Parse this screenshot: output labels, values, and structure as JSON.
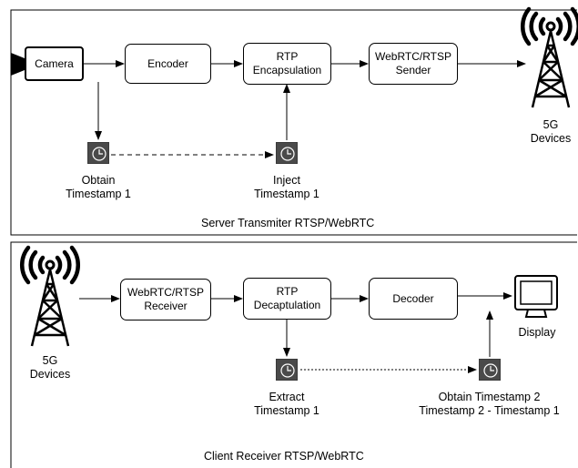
{
  "server": {
    "caption": "Server Transmiter RTSP/WebRTC",
    "camera": "Camera",
    "encoder": "Encoder",
    "rtp_encap": "RTP\nEncapsulation",
    "sender": "WebRTC/RTSP\nSender",
    "devices": "5G\nDevices",
    "obtain": "Obtain\nTimestamp 1",
    "inject": "Inject\nTimestamp 1"
  },
  "client": {
    "caption": "Client Receiver RTSP/WebRTC",
    "devices": "5G\nDevices",
    "receiver": "WebRTC/RTSP\nReceiver",
    "rtp_decap": "RTP\nDecaptulation",
    "decoder": "Decoder",
    "display": "Display",
    "extract": "Extract\nTimestamp 1",
    "obtain2": "Obtain Timestamp 2\nTimestamp 2 - Timestamp 1"
  },
  "icons": [
    "antenna-icon",
    "clock-icon",
    "monitor-icon",
    "camera-icon"
  ]
}
